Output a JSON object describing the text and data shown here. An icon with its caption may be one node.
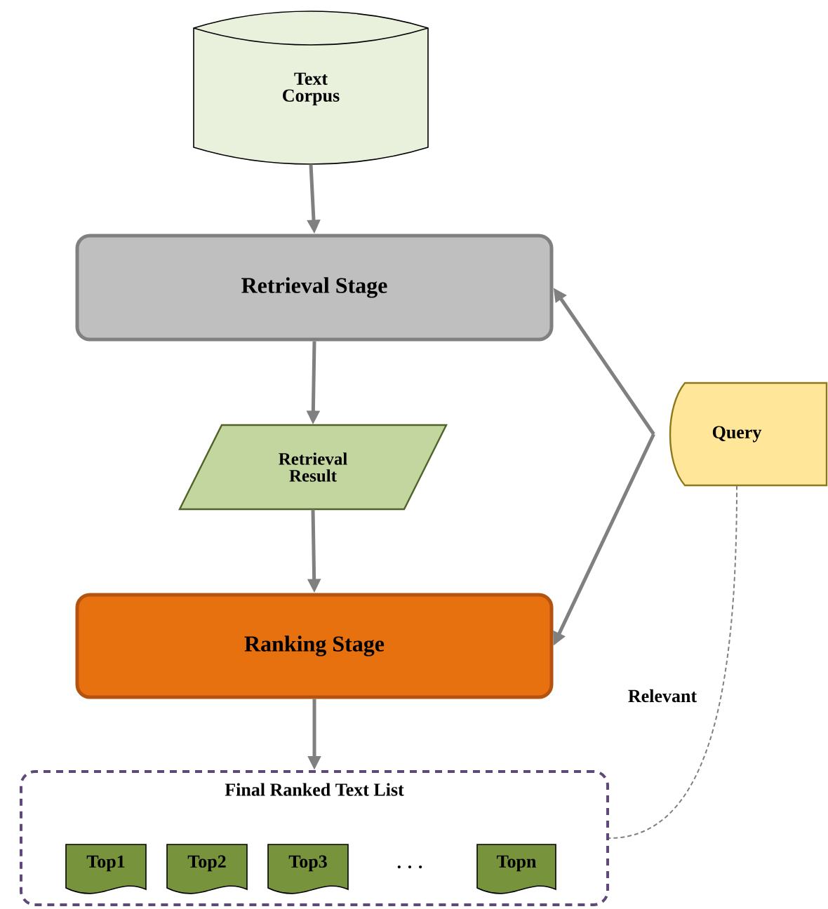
{
  "diagram": {
    "nodes": [
      {
        "text": [
          "Text Corpus"
        ]
      },
      {
        "text": [
          "Retrieval Stage"
        ]
      },
      {
        "text": [
          "Retrieval Result"
        ]
      },
      {
        "text": [
          "Ranking Stage"
        ]
      },
      {
        "text": [
          "Query"
        ]
      },
      {
        "text": [
          "Final Ranked Text List"
        ]
      },
      {
        "text": [
          "Top1"
        ],
        "in": 5
      },
      {
        "text": [
          "Top2"
        ],
        "in": 5
      },
      {
        "text": [
          "Top3"
        ],
        "in": 5
      },
      {
        "text": [
          "Topn"
        ],
        "in": 5
      }
    ],
    "edges": [
      {
        "from": 0,
        "to": 1,
        "arrow": "to"
      },
      {
        "from": 1,
        "to": 2,
        "arrow": "to"
      },
      {
        "from": 2,
        "to": 3,
        "arrow": "to"
      },
      {
        "from": 4,
        "to": 1,
        "arrow": "to"
      },
      {
        "from": 4,
        "to": 3,
        "arrow": "to"
      },
      {
        "from": 3,
        "to": 5,
        "arrow": "to"
      },
      {
        "from": 4,
        "to": 5,
        "arrow": "none",
        "style": "dashed",
        "label": "Relevant"
      }
    ],
    "labels": [
      ". . ."
    ]
  }
}
